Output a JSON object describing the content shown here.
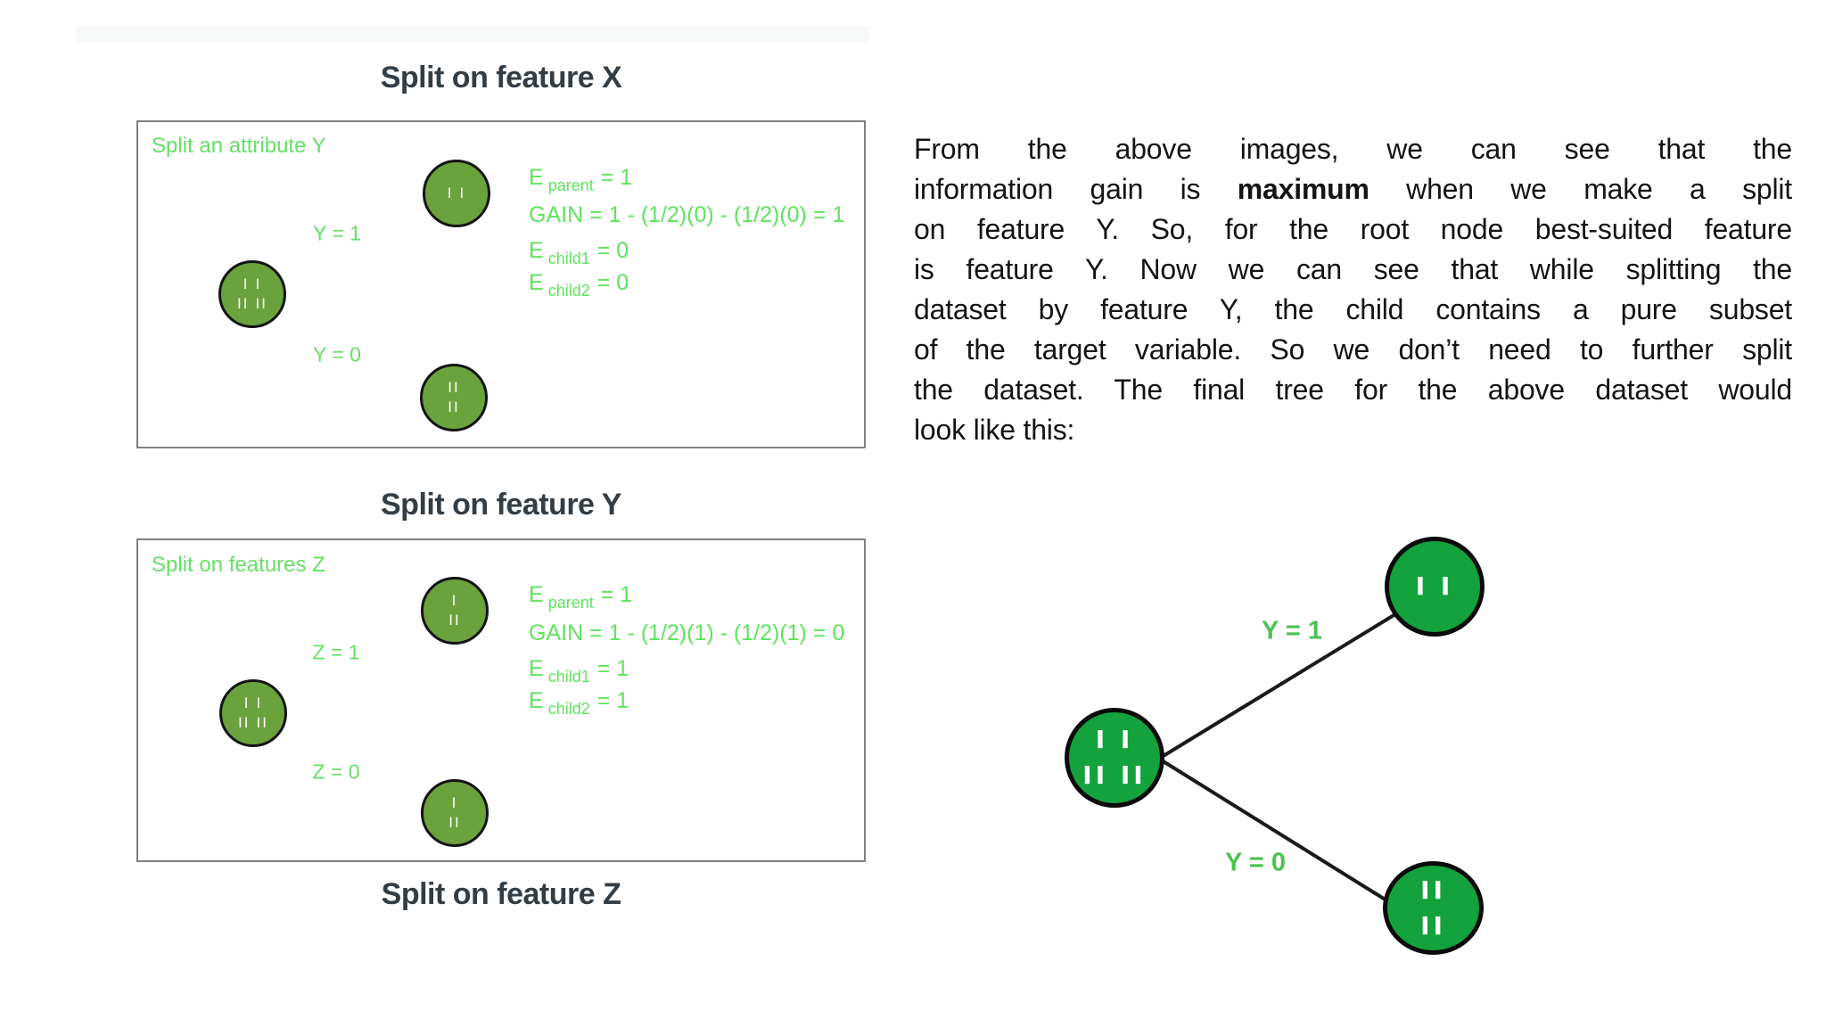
{
  "colors": {
    "small_node_fill": "#6aa23c",
    "final_node_fill": "#13a23c",
    "node_border": "#141414",
    "green_text": "#65e065",
    "final_label_green": "#49c352",
    "title_text": "#333d46",
    "body_text": "#141414",
    "box_border": "#7f7f7f"
  },
  "figures": {
    "title_x": "Split on feature X",
    "title_y": "Split on feature Y",
    "title_z": "Split on feature Z",
    "box1": {
      "label": "Split an attribute Y",
      "edge_top_label": "Y = 1",
      "edge_bottom_label": "Y = 0",
      "parent_node": {
        "line1": "I I",
        "line2": "II II"
      },
      "child_top": {
        "line1": "I I",
        "line2": ""
      },
      "child_bottom": {
        "line1": "II",
        "line2": "II"
      },
      "formulas": [
        {
          "main": "E",
          "sub": "parent",
          "rest": "= 1"
        },
        {
          "main": "GAIN = 1 - (1/2)(0) - (1/2)(0) = 1",
          "sub": "",
          "rest": ""
        },
        {
          "main": "E",
          "sub": "child1",
          "rest": "= 0"
        },
        {
          "main": "E",
          "sub": "child2",
          "rest": "= 0"
        }
      ]
    },
    "box2": {
      "label": "Split on features Z",
      "edge_top_label": "Z = 1",
      "edge_bottom_label": "Z = 0",
      "parent_node": {
        "line1": "I I",
        "line2": "II II"
      },
      "child_top": {
        "line1": "I",
        "line2": "II"
      },
      "child_bottom": {
        "line1": "I",
        "line2": "II"
      },
      "formulas": [
        {
          "main": "E",
          "sub": "parent",
          "rest": "= 1"
        },
        {
          "main": "GAIN = 1 - (1/2)(1) - (1/2)(1) = 0",
          "sub": "",
          "rest": ""
        },
        {
          "main": "E",
          "sub": "child1",
          "rest": "= 1"
        },
        {
          "main": "E",
          "sub": "child2",
          "rest": "= 1"
        }
      ]
    }
  },
  "paragraph": {
    "line1": "From the above images, we can see that the",
    "line2_pre": "information gain is ",
    "line2_bold": "maximum",
    "line2_post": " when we make a split",
    "line3": "on feature Y. So, for the root node best-suited feature",
    "line4": "is feature Y. Now we can see that while splitting the",
    "line5": "dataset by feature Y, the child contains a pure subset",
    "line6": "of the target variable. So we don’t need to further split",
    "line7": "the dataset. The final tree for the above dataset would",
    "line8": "look like this:"
  },
  "final_tree": {
    "edge_top_label": "Y = 1",
    "edge_bottom_label": "Y = 0",
    "root": {
      "line1": "I I",
      "line2": "II II"
    },
    "child_top": {
      "line1": "I I",
      "line2": ""
    },
    "child_bottom": {
      "line1": "II",
      "line2": "II"
    }
  }
}
